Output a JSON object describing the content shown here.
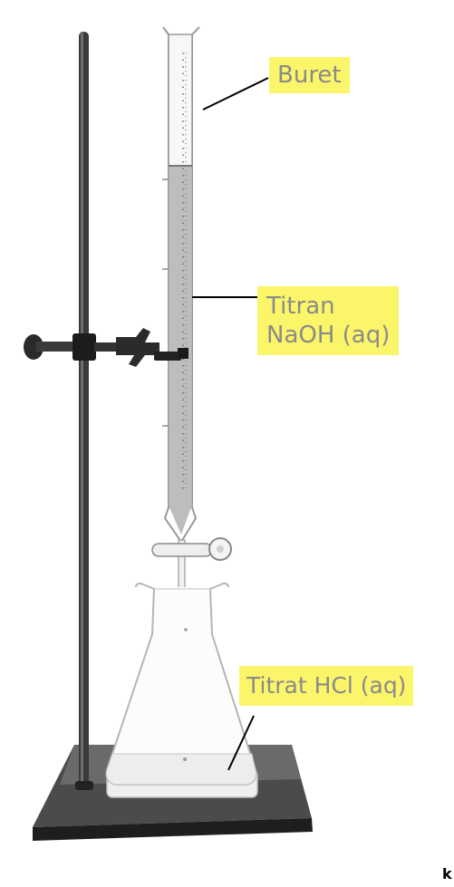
{
  "labels": {
    "buret": "Buret",
    "titran_line1": "Titran",
    "titran_line2": "NaOH (aq)",
    "titrat": "Titrat HCl (aq)"
  },
  "page_mark": "k",
  "icons": {
    "stand": "retort-stand-icon",
    "clamp": "buret-clamp-icon",
    "buret": "buret-icon",
    "stopcock": "stopcock-icon",
    "flask": "erlenmeyer-flask-icon",
    "base": "stand-base-icon"
  },
  "colors": {
    "label_background": "#fbf56a",
    "label_text": "#8a8a8a",
    "liquid": "#bdbdbd",
    "stand_rod": "#3a3a3a",
    "base": "#555555"
  }
}
